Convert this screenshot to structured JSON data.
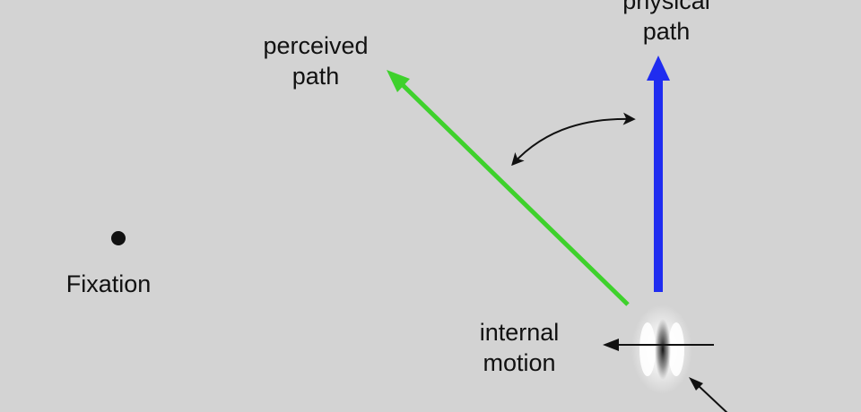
{
  "labels": {
    "fixation": "Fixation",
    "perceived": [
      "perceived",
      "path"
    ],
    "physical": [
      "physical",
      "path"
    ],
    "internal": [
      "internal",
      "motion"
    ]
  },
  "colors": {
    "background": "#d3d3d3",
    "perceived_path": "#3ed12c",
    "physical_path": "#1f2cf0",
    "annotation": "#111111"
  },
  "icons": {
    "fixation_point": "filled-dot",
    "stimulus": "gabor-patch"
  }
}
